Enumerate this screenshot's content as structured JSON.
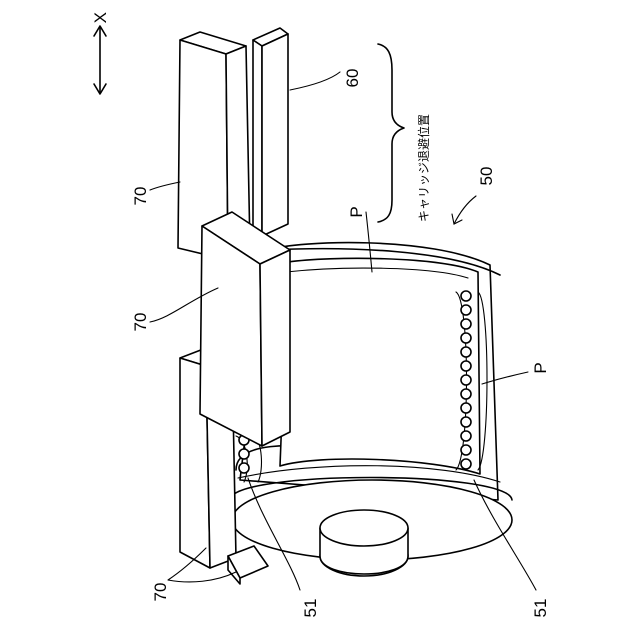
{
  "figure": {
    "axis_label": "X",
    "labels": {
      "carriage": "60",
      "bar_top": "70",
      "bar_middle": "70",
      "bars_bottom": "70",
      "drum": "50",
      "media_top": "P",
      "media_side": "P",
      "claws_left": "51",
      "claws_right": "51"
    },
    "annotation": "キャリッジ退避位置"
  }
}
